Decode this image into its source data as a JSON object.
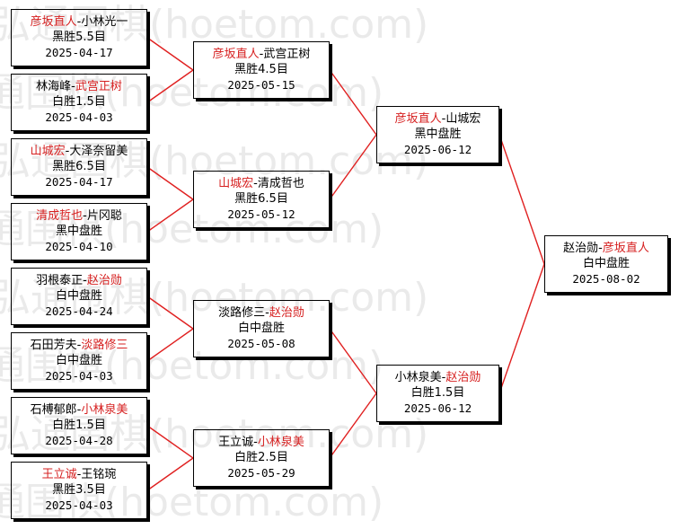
{
  "watermark": "弘通围棋(hoetom.com)",
  "colors": {
    "winner": "#d62020",
    "connector": "#e02020"
  },
  "rounds": [
    [
      {
        "id": "r1m1",
        "p1": "彦坂直人",
        "p2": "小林光一",
        "winner": 1,
        "result": "黑胜5.5目",
        "date": "2025-04-17"
      },
      {
        "id": "r1m2",
        "p1": "林海峰",
        "p2": "武宫正树",
        "winner": 2,
        "result": "白胜1.5目",
        "date": "2025-04-03"
      },
      {
        "id": "r1m3",
        "p1": "山城宏",
        "p2": "大泽奈留美",
        "winner": 1,
        "result": "黑胜6.5目",
        "date": "2025-04-17"
      },
      {
        "id": "r1m4",
        "p1": "清成哲也",
        "p2": "片冈聪",
        "winner": 1,
        "result": "黑中盘胜",
        "date": "2025-04-10"
      },
      {
        "id": "r1m5",
        "p1": "羽根泰正",
        "p2": "赵治勋",
        "winner": 2,
        "result": "白中盘胜",
        "date": "2025-04-24"
      },
      {
        "id": "r1m6",
        "p1": "石田芳夫",
        "p2": "淡路修三",
        "winner": 2,
        "result": "白中盘胜",
        "date": "2025-04-03"
      },
      {
        "id": "r1m7",
        "p1": "石榑郁郎",
        "p2": "小林泉美",
        "winner": 2,
        "result": "白胜1.5目",
        "date": "2025-04-28"
      },
      {
        "id": "r1m8",
        "p1": "王立诚",
        "p2": "王铭琬",
        "winner": 1,
        "result": "黑胜3.5目",
        "date": "2025-04-03"
      }
    ],
    [
      {
        "id": "r2m1",
        "p1": "彦坂直人",
        "p2": "武宫正树",
        "winner": 1,
        "result": "黑胜4.5目",
        "date": "2025-05-15"
      },
      {
        "id": "r2m2",
        "p1": "山城宏",
        "p2": "清成哲也",
        "winner": 1,
        "result": "黑胜6.5目",
        "date": "2025-05-12"
      },
      {
        "id": "r2m3",
        "p1": "淡路修三",
        "p2": "赵治勋",
        "winner": 2,
        "result": "白中盘胜",
        "date": "2025-05-08"
      },
      {
        "id": "r2m4",
        "p1": "王立诚",
        "p2": "小林泉美",
        "winner": 2,
        "result": "白胜2.5目",
        "date": "2025-05-29"
      }
    ],
    [
      {
        "id": "r3m1",
        "p1": "彦坂直人",
        "p2": "山城宏",
        "winner": 1,
        "result": "黑中盘胜",
        "date": "2025-06-12"
      },
      {
        "id": "r3m2",
        "p1": "小林泉美",
        "p2": "赵治勋",
        "winner": 2,
        "result": "白胜1.5目",
        "date": "2025-06-12"
      }
    ],
    [
      {
        "id": "r4m1",
        "p1": "赵治勋",
        "p2": "彦坂直人",
        "winner": 2,
        "result": "白中盘胜",
        "date": "2025-08-02"
      }
    ]
  ]
}
